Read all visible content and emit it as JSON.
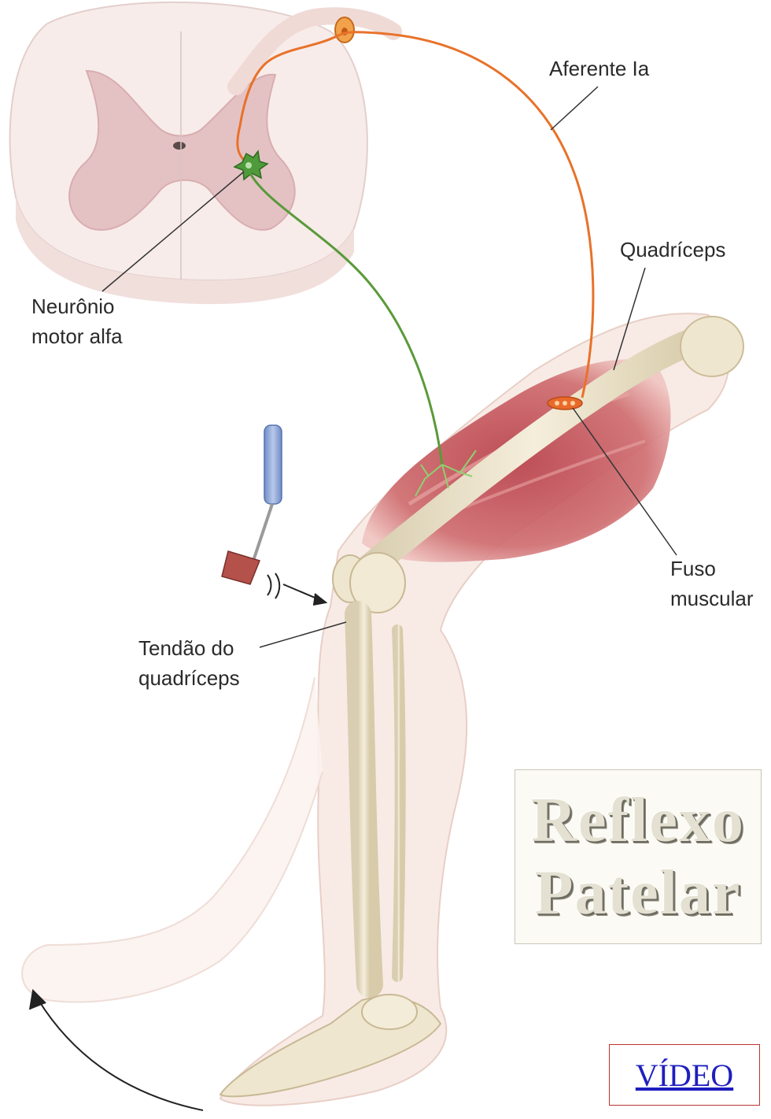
{
  "labels": {
    "aferente": "Aferente Ia",
    "quadriceps": "Quadríceps",
    "neuronio_line1": "Neurônio",
    "neuronio_line2": "motor alfa",
    "fuso_line1": "Fuso",
    "fuso_line2": "muscular",
    "tendao_line1": "Tendão do",
    "tendao_line2": "quadríceps"
  },
  "title": {
    "line1": "Reflexo",
    "line2": "Patelar"
  },
  "video_link": "VÍDEO",
  "colors": {
    "afferent_nerve": "#e8722a",
    "motor_nerve": "#5a9a3a",
    "muscle": "#b5434a",
    "bone": "#efe6cf",
    "spinal_cord": "#e8cfd0",
    "hammer_handle": "#8fa8d8",
    "hammer_head": "#b4514a"
  }
}
